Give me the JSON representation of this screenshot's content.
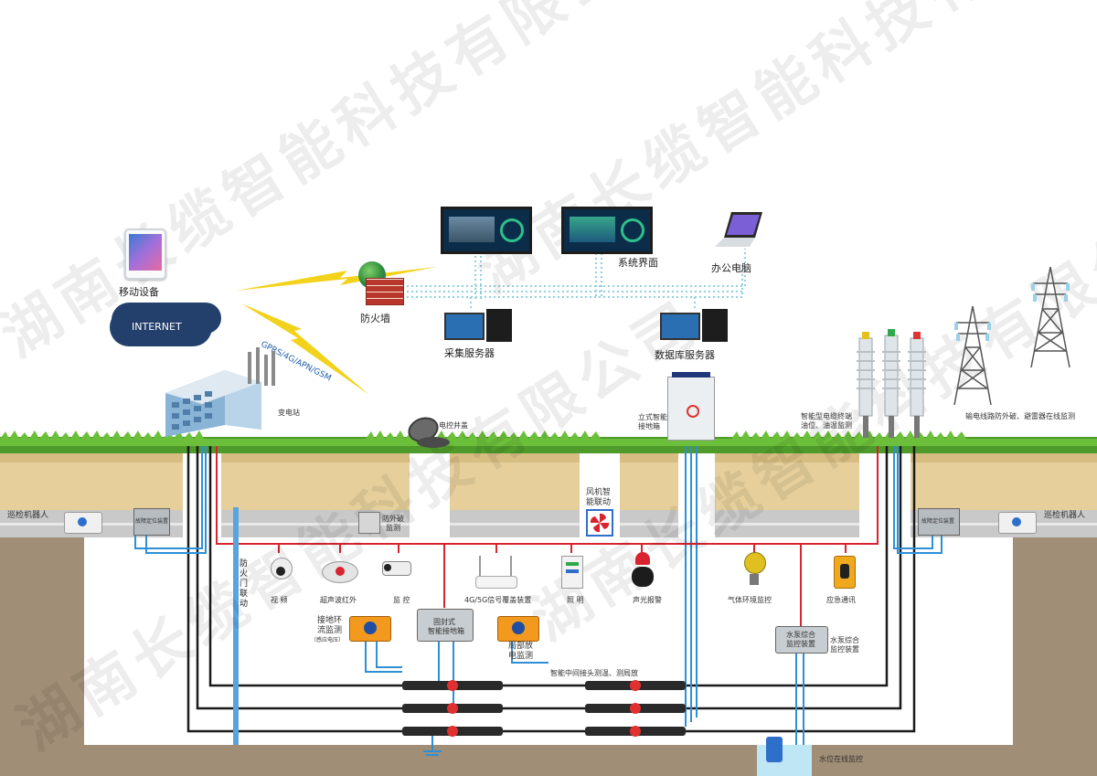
{
  "watermark_text": "湖南长缆智能科技有限公司",
  "labels": {
    "mobile": "移动设备",
    "internet": "INTERNET",
    "firewall": "防火墙",
    "gprs": "GPRS/4G/APN/GSM",
    "substation": "变电站",
    "system_ui": "系统界面",
    "office_pc": "办公电脑",
    "collect_server": "采集服务器",
    "db_server": "数据库服务器",
    "manhole": "电控井盖",
    "standing_box_1": "立式智能",
    "standing_box_2": "接地箱",
    "terminal_1": "智能型电缆终端",
    "terminal_2": "油位、油温监测",
    "tower": "输电线路防外破、避雷器在线监测",
    "robot_left": "巡检机器人",
    "robot_right": "巡检机器人",
    "locator_left": "故障定位装置",
    "locator_right": "故障定位装置",
    "anti_break_1": "防外破",
    "anti_break_2": "监测",
    "fan_1": "风机智",
    "fan_2": "能联动",
    "fire_door": "防火门联动",
    "video": "视 频",
    "ultrasonic": "超声波红外",
    "monitor": "监 控",
    "signal": "4G/5G信号覆盖装置",
    "lighting": "照 明",
    "alarm": "声光报警",
    "gas": "气体环境监控",
    "emergency": "应急通讯",
    "ground_loop_1": "接地环",
    "ground_loop_2": "流监测",
    "ground_loop_3": "（感应电压）",
    "grounding_box_1": "固封式",
    "grounding_box_2": "智能接地箱",
    "pd_1": "局部放",
    "pd_2": "电监测",
    "pump_ctl_1": "水泵综合",
    "pump_ctl_2": "监控装置",
    "joint_monitor": "智能中间接头测温、测局放",
    "water_level": "水位在线监控"
  },
  "colors": {
    "grass": "#4e9a2a",
    "soil": "#e6cf9a",
    "road": "#c9c9c9",
    "earth": "#a08e76",
    "cable_red": "#d9232e",
    "cable_blue": "#2e8fd6",
    "network_dots": "#8fd0e0",
    "orange_device": "#f39a1e"
  }
}
